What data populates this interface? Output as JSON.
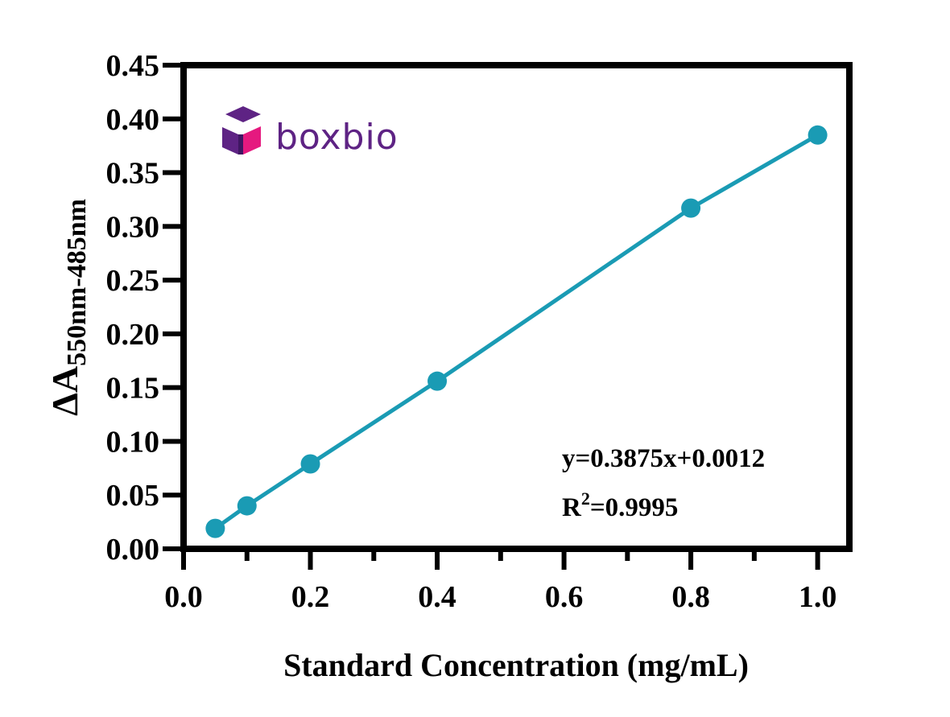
{
  "chart_data": {
    "type": "line",
    "title": "",
    "xlabel": "Standard Concentration (mg/mL)",
    "ylabel": {
      "main": "ΔA",
      "subscript": "550nm-485nm"
    },
    "xlim": [
      0,
      1.05
    ],
    "ylim": [
      0,
      0.45
    ],
    "x_ticks": [
      "0.0",
      "0.2",
      "0.4",
      "0.6",
      "0.8",
      "1.0"
    ],
    "x_tick_values": [
      0,
      0.2,
      0.4,
      0.6,
      0.8,
      1.0
    ],
    "x_minor_tick_values": [
      0.1,
      0.3,
      0.5,
      0.7,
      0.9
    ],
    "y_ticks": [
      "0.00",
      "0.05",
      "0.10",
      "0.15",
      "0.20",
      "0.25",
      "0.30",
      "0.35",
      "0.40",
      "0.45"
    ],
    "y_tick_values": [
      0,
      0.05,
      0.1,
      0.15,
      0.2,
      0.25,
      0.3,
      0.35,
      0.4,
      0.45
    ],
    "grid": false,
    "series": [
      {
        "x": [
          0.05,
          0.1,
          0.2,
          0.4,
          0.8,
          1.0
        ],
        "y": [
          0.019,
          0.04,
          0.079,
          0.156,
          0.317,
          0.385
        ],
        "color": "#1a9bb4"
      }
    ],
    "annotations": {
      "equation": "y=0.3875x+0.0012",
      "r_squared_prefix": "R",
      "r_squared_superscript": "2",
      "r_squared_value": "=0.9995"
    }
  },
  "logo": {
    "text": "boxbio",
    "colors": {
      "purple": "#5e2384",
      "pink": "#e5197f",
      "dark_purple": "#3f1762"
    }
  }
}
